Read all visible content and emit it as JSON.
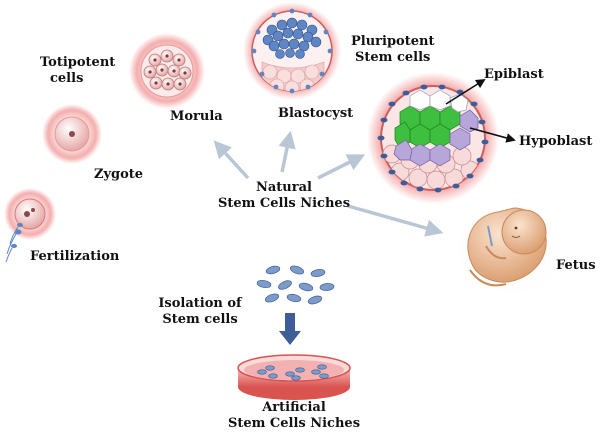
{
  "labels": {
    "totipotent": [
      "Totipotent",
      "cells"
    ],
    "pluripotent": [
      "Pluripotent",
      "Stem cells"
    ],
    "morula": "Morula",
    "blastocyst": "Blastocyst",
    "zygote": "Zygote",
    "fertilization": "Fertilization",
    "epiblast": "Epiblast",
    "hypoblast": "Hypoblast",
    "natural": [
      "Natural",
      "Stem Cells Niches"
    ],
    "fetus": "Fetus",
    "isolation": [
      "Isolation of",
      "Stem cells"
    ],
    "artificial": [
      "Artificial",
      "Stem Cells Niches"
    ]
  },
  "colors": {
    "arrow": "#b9c6d6",
    "glow": "#f29a9a",
    "cell_pink": "#f6c9c9",
    "inner_mass_blue": "#5f86c4",
    "epiblast_green": "#3fbf3f",
    "hypoblast_purple": "#b7a6d9",
    "dish_red": "#d9534f",
    "isolated_cell_blue": "#7d9bc8",
    "down_arrow": "#3d5d99",
    "fetus_skin": "#e9b98f"
  }
}
